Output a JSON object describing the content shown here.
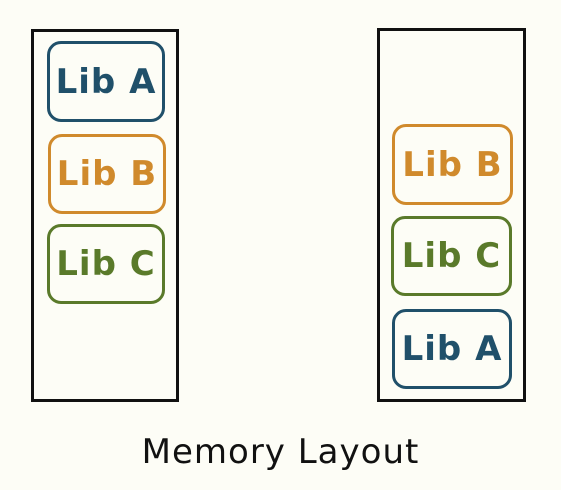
{
  "diagram": {
    "caption": "Memory Layout",
    "colors": {
      "lib_a": "#20506a",
      "lib_b": "#d08a2c",
      "lib_c": "#5a7a2a",
      "outline": "#111111"
    },
    "left_column": {
      "blocks": [
        "Lib A",
        "Lib B",
        "Lib C"
      ]
    },
    "right_column": {
      "blocks": [
        "Lib B",
        "Lib C",
        "Lib A"
      ]
    }
  }
}
